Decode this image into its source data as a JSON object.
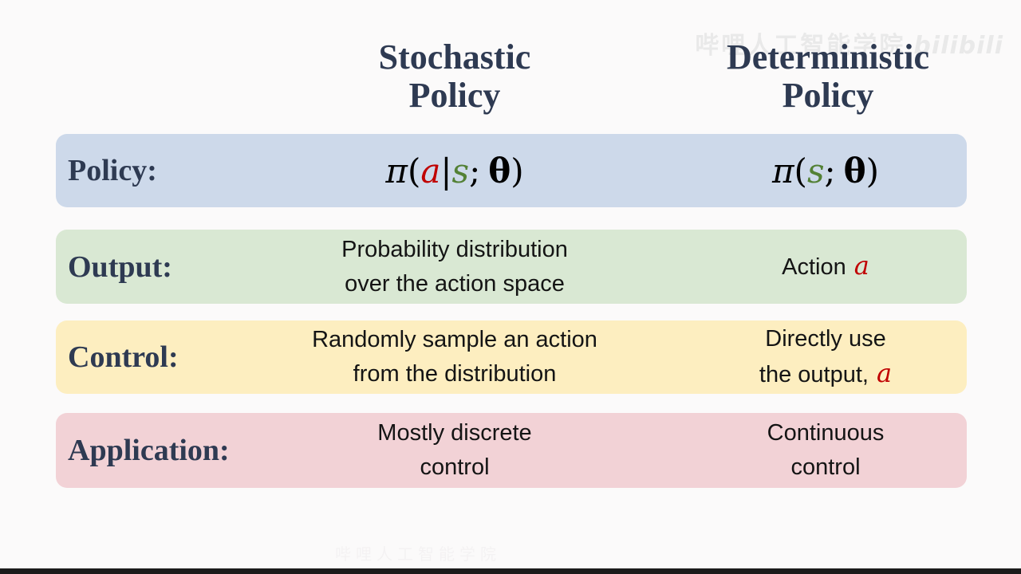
{
  "header": {
    "stochastic": {
      "line1": "Stochastic",
      "line2": "Policy"
    },
    "deterministic": {
      "line1": "Deterministic",
      "line2": "Policy"
    }
  },
  "watermark": {
    "text": "哔哩人工智能学院",
    "logo": "bilibili"
  },
  "rows": {
    "policy": {
      "label": "Policy:",
      "stochastic": {
        "pi": "π",
        "open": "(",
        "a": "a",
        "bar": "|",
        "s": "s",
        "semicolon": ";",
        "theta": "θ",
        "close": ")"
      },
      "deterministic": {
        "pi": "π",
        "open": "(",
        "s": "s",
        "semicolon": ";",
        "theta": "θ",
        "close": ")"
      }
    },
    "output": {
      "label": "Output:",
      "stochastic_line1": "Probability distribution",
      "stochastic_line2": "over the action space",
      "deterministic_text": "Action",
      "deterministic_var": "a"
    },
    "control": {
      "label": "Control:",
      "stochastic_line1": "Randomly sample an action",
      "stochastic_line2": "from the distribution",
      "deterministic_line1": "Directly use",
      "deterministic_line2_text": "the output,",
      "deterministic_line2_var": "a"
    },
    "application": {
      "label": "Application:",
      "stochastic_line1": "Mostly discrete",
      "stochastic_line2": "control",
      "deterministic_line1": "Continuous",
      "deterministic_line2": "control"
    }
  },
  "colors": {
    "row_policy_bg": "#cdd9ea",
    "row_output_bg": "#d9e8d3",
    "row_control_bg": "#fdeec0",
    "row_application_bg": "#f2d2d6",
    "label_navy": "#2e3a52",
    "action_red": "#c00000",
    "state_green": "#538135"
  }
}
